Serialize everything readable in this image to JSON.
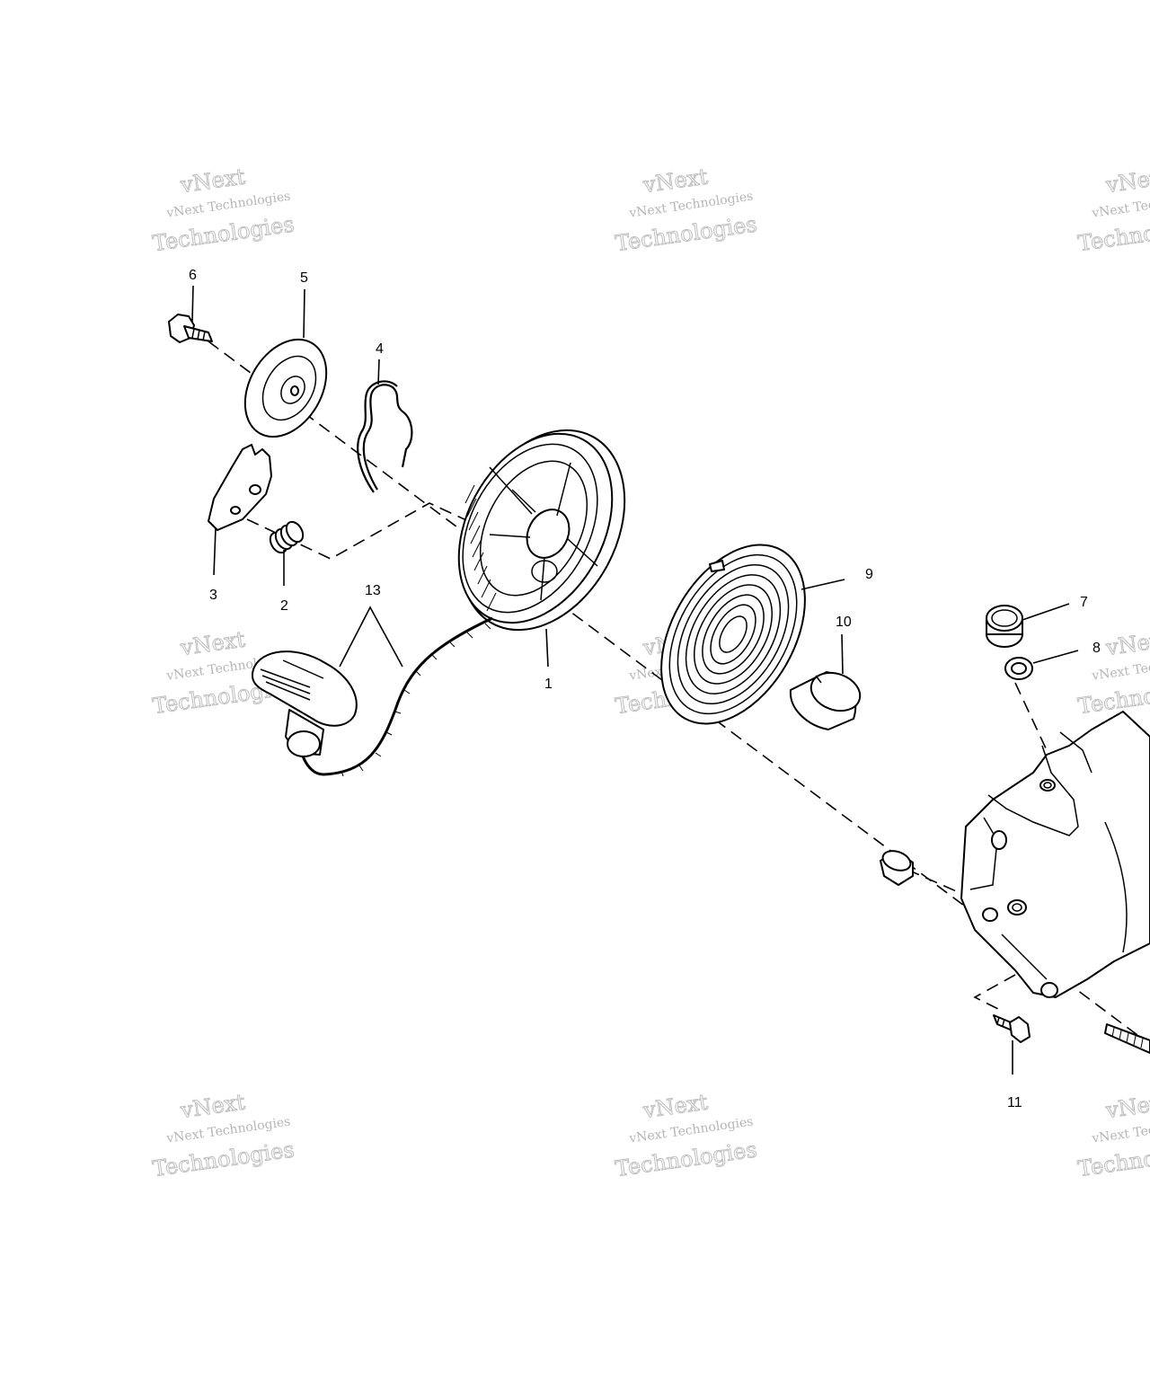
{
  "watermark": {
    "line_1": "vNext",
    "line_2": "vNext Technologies",
    "line_3": "Technologies"
  },
  "callouts": {
    "p1": "1",
    "p2": "2",
    "p3": "3",
    "p4": "4",
    "p5": "5",
    "p6": "6",
    "p7": "7",
    "p8": "8",
    "p9": "9",
    "p10": "10",
    "p11": "11",
    "p13": "13"
  },
  "colors": {
    "ink": "#000000",
    "paper": "#ffffff",
    "watermark": "#8a8a8a"
  }
}
